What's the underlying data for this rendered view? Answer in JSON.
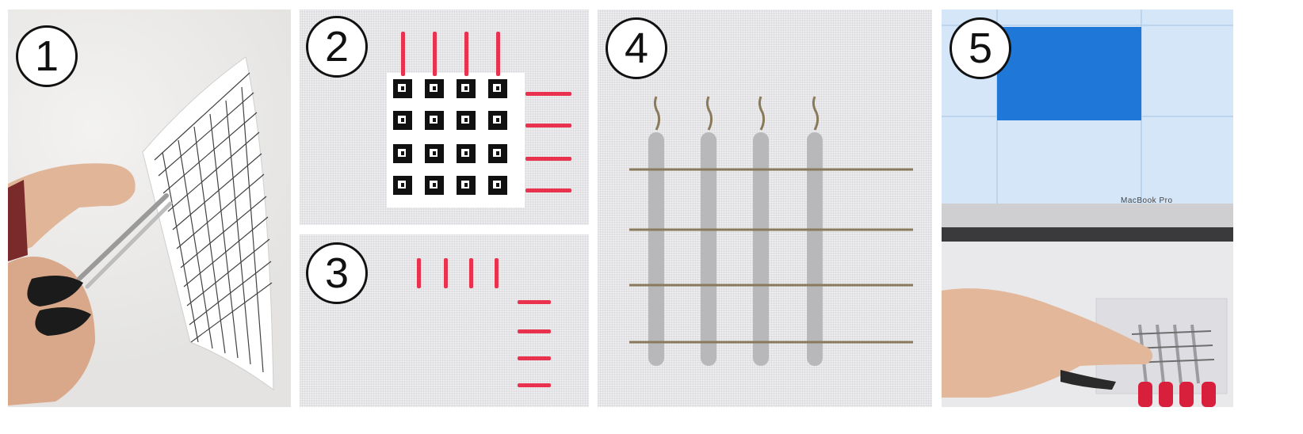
{
  "panels": [
    {
      "step": "1"
    },
    {
      "step": "2"
    },
    {
      "step": "3"
    },
    {
      "step": "4"
    },
    {
      "step": "5",
      "laptop_label": "MacBook Pro"
    }
  ],
  "colors": {
    "thread_red": "#e8324e",
    "thread_gray": "#b8b8bb",
    "thread_tan": "#8a7a5c",
    "screen_blue": "#1f78d8",
    "screen_light": "#cfe3f7",
    "fabric": "#e6e5e8"
  },
  "icons": [
    "scissors-icon",
    "hand-icon",
    "marker-grid-icon"
  ]
}
